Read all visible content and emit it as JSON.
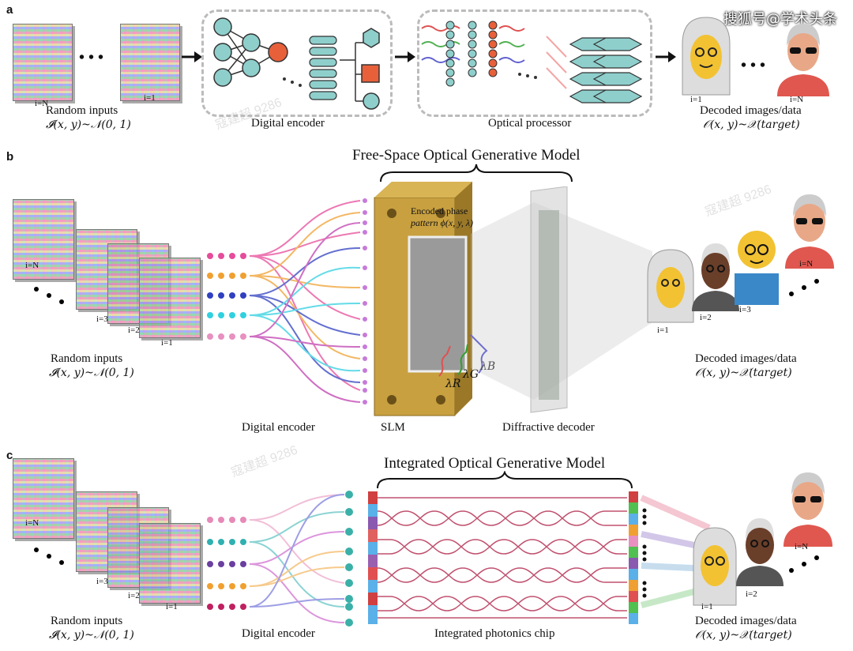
{
  "source_mark": "搜狐号@学术头条",
  "watermark_text": "寇建超 9286",
  "panel_a": {
    "letter": "a",
    "inputs_label": "Random inputs",
    "inputs_math": "𝓘(x, y)~𝒩(0, 1)",
    "frame_first": "i=N",
    "frame_last": "i=1",
    "ellipsis": "• • •",
    "encoder_label": "Digital encoder",
    "processor_label": "Optical  processor",
    "outputs_label": "Decoded images/data",
    "outputs_math": "𝒪(x, y)~𝒳(target)",
    "out_first": "i=1",
    "out_last": "i=N"
  },
  "panel_b": {
    "letter": "b",
    "title": "Free-Space Optical Generative Model",
    "inputs_label": "Random inputs",
    "inputs_math": "𝓘(x, y)~𝒩(0, 1)",
    "frames": [
      "i=N",
      "i=3",
      "i=2",
      "i=1"
    ],
    "encoder_label": "Digital encoder",
    "slm_label": "SLM",
    "phase_label_1": "Encoded phase",
    "phase_label_2": "pattern ϕ(x, y, λ)",
    "lambda_r": "λR",
    "lambda_g": "λG",
    "lambda_b": "λB",
    "decoder_label": "Diffractive decoder",
    "outputs_label": "Decoded images/data",
    "outputs_math": "𝒪(x, y)~𝒳(target)",
    "out_frames": [
      "i=1",
      "i=2",
      "i=3",
      "i=N"
    ]
  },
  "panel_c": {
    "letter": "c",
    "title": "Integrated Optical Generative Model",
    "inputs_label": "Random inputs",
    "inputs_math": "𝓘(x, y)~𝒩(0, 1)",
    "frames": [
      "i=N",
      "i=3",
      "i=2",
      "i=1"
    ],
    "encoder_label": "Digital encoder",
    "chip_label": "Integrated photonics chip",
    "outputs_label": "Decoded images/data",
    "outputs_math": "𝒪(x, y)~𝒳(target)",
    "out_frames": [
      "i=1",
      "i=2",
      "i=N"
    ]
  },
  "colors": {
    "slm_gold": "#c8a040",
    "chip_line": "#c0506e",
    "node_teal": "#7fc7c4",
    "node_orange": "#e8603a",
    "arrow": "#111111"
  }
}
